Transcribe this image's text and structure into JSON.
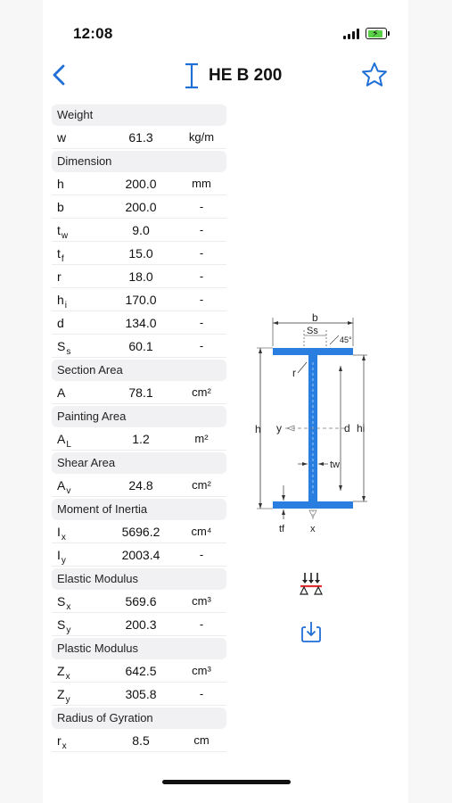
{
  "status": {
    "time": "12:08"
  },
  "nav": {
    "title": "HE B 200"
  },
  "colors": {
    "accent": "#1f6fd6",
    "section_fill": "#2a7ee0",
    "battery": "#5ad146"
  },
  "groups": [
    {
      "label": "Weight",
      "rows": [
        {
          "symbol": "w",
          "sub": "",
          "value": "61.3",
          "unit": "kg/m"
        }
      ]
    },
    {
      "label": "Dimension",
      "rows": [
        {
          "symbol": "h",
          "sub": "",
          "value": "200.0",
          "unit": "mm"
        },
        {
          "symbol": "b",
          "sub": "",
          "value": "200.0",
          "unit": "-"
        },
        {
          "symbol": "t",
          "sub": "w",
          "value": "9.0",
          "unit": "-"
        },
        {
          "symbol": "t",
          "sub": "f",
          "value": "15.0",
          "unit": "-"
        },
        {
          "symbol": "r",
          "sub": "",
          "value": "18.0",
          "unit": "-"
        },
        {
          "symbol": "h",
          "sub": "i",
          "value": "170.0",
          "unit": "-"
        },
        {
          "symbol": "d",
          "sub": "",
          "value": "134.0",
          "unit": "-"
        },
        {
          "symbol": "S",
          "sub": "s",
          "value": "60.1",
          "unit": "-"
        }
      ]
    },
    {
      "label": "Section Area",
      "rows": [
        {
          "symbol": "A",
          "sub": "",
          "value": "78.1",
          "unit": "cm²"
        }
      ]
    },
    {
      "label": "Painting Area",
      "rows": [
        {
          "symbol": "A",
          "sub": "L",
          "value": "1.2",
          "unit": "m²"
        }
      ]
    },
    {
      "label": "Shear Area",
      "rows": [
        {
          "symbol": "A",
          "sub": "v",
          "value": "24.8",
          "unit": "cm²"
        }
      ]
    },
    {
      "label": "Moment of Inertia",
      "rows": [
        {
          "symbol": "I",
          "sub": "x",
          "value": "5696.2",
          "unit": "cm⁴"
        },
        {
          "symbol": "I",
          "sub": "y",
          "value": "2003.4",
          "unit": "-"
        }
      ]
    },
    {
      "label": "Elastic Modulus",
      "rows": [
        {
          "symbol": "S",
          "sub": "x",
          "value": "569.6",
          "unit": "cm³"
        },
        {
          "symbol": "S",
          "sub": "y",
          "value": "200.3",
          "unit": "-"
        }
      ]
    },
    {
      "label": "Plastic Modulus",
      "rows": [
        {
          "symbol": "Z",
          "sub": "x",
          "value": "642.5",
          "unit": "cm³"
        },
        {
          "symbol": "Z",
          "sub": "y",
          "value": "305.8",
          "unit": "-"
        }
      ]
    },
    {
      "label": "Radius of Gyration",
      "rows": [
        {
          "symbol": "r",
          "sub": "x",
          "value": "8.5",
          "unit": "cm"
        }
      ]
    }
  ],
  "diagram_labels": {
    "b": "b",
    "ss": "Ss",
    "angle": "45°",
    "r": "r",
    "h": "h",
    "y": "y",
    "d": "d",
    "hi": "hi",
    "tw": "tw",
    "tf": "tf",
    "x": "x"
  }
}
